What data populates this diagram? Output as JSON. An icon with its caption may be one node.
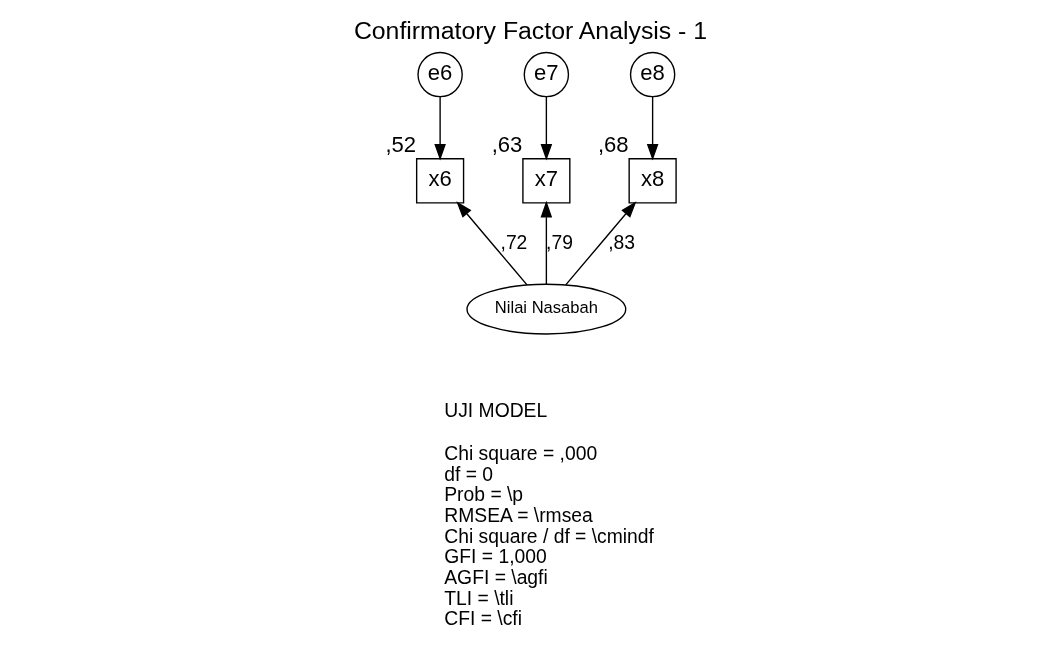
{
  "diagram": {
    "title": "Confirmatory Factor Analysis - 1",
    "nodes": [
      {
        "text": [
          "e6"
        ]
      },
      {
        "text": [
          "e7"
        ]
      },
      {
        "text": [
          "e8"
        ]
      },
      {
        "text": [
          "x6"
        ],
        "beside": [
          ",52"
        ]
      },
      {
        "text": [
          "x7"
        ],
        "beside": [
          ",63"
        ]
      },
      {
        "text": [
          "x8"
        ],
        "beside": [
          ",68"
        ]
      },
      {
        "text": [
          "Nilai Nasabah"
        ]
      }
    ],
    "edges": [
      {
        "from": 0,
        "to": 3,
        "arrow": "to"
      },
      {
        "from": 1,
        "to": 4,
        "arrow": "to"
      },
      {
        "from": 2,
        "to": 5,
        "arrow": "to"
      },
      {
        "from": 6,
        "to": 3,
        "arrow": "to",
        "label": ",72"
      },
      {
        "from": 6,
        "to": 4,
        "arrow": "to",
        "label": ",79"
      },
      {
        "from": 6,
        "to": 5,
        "arrow": "to",
        "label": ",83"
      }
    ],
    "labels": [
      "UJI MODEL",
      "Chi square = ,000",
      "df = 0",
      "Prob = \\p",
      "RMSEA = \\rmsea",
      "Chi square / df = \\cmindf",
      "GFI = 1,000",
      "AGFI = \\agfi",
      "TLI = \\tli",
      "CFI = \\cfi"
    ]
  }
}
